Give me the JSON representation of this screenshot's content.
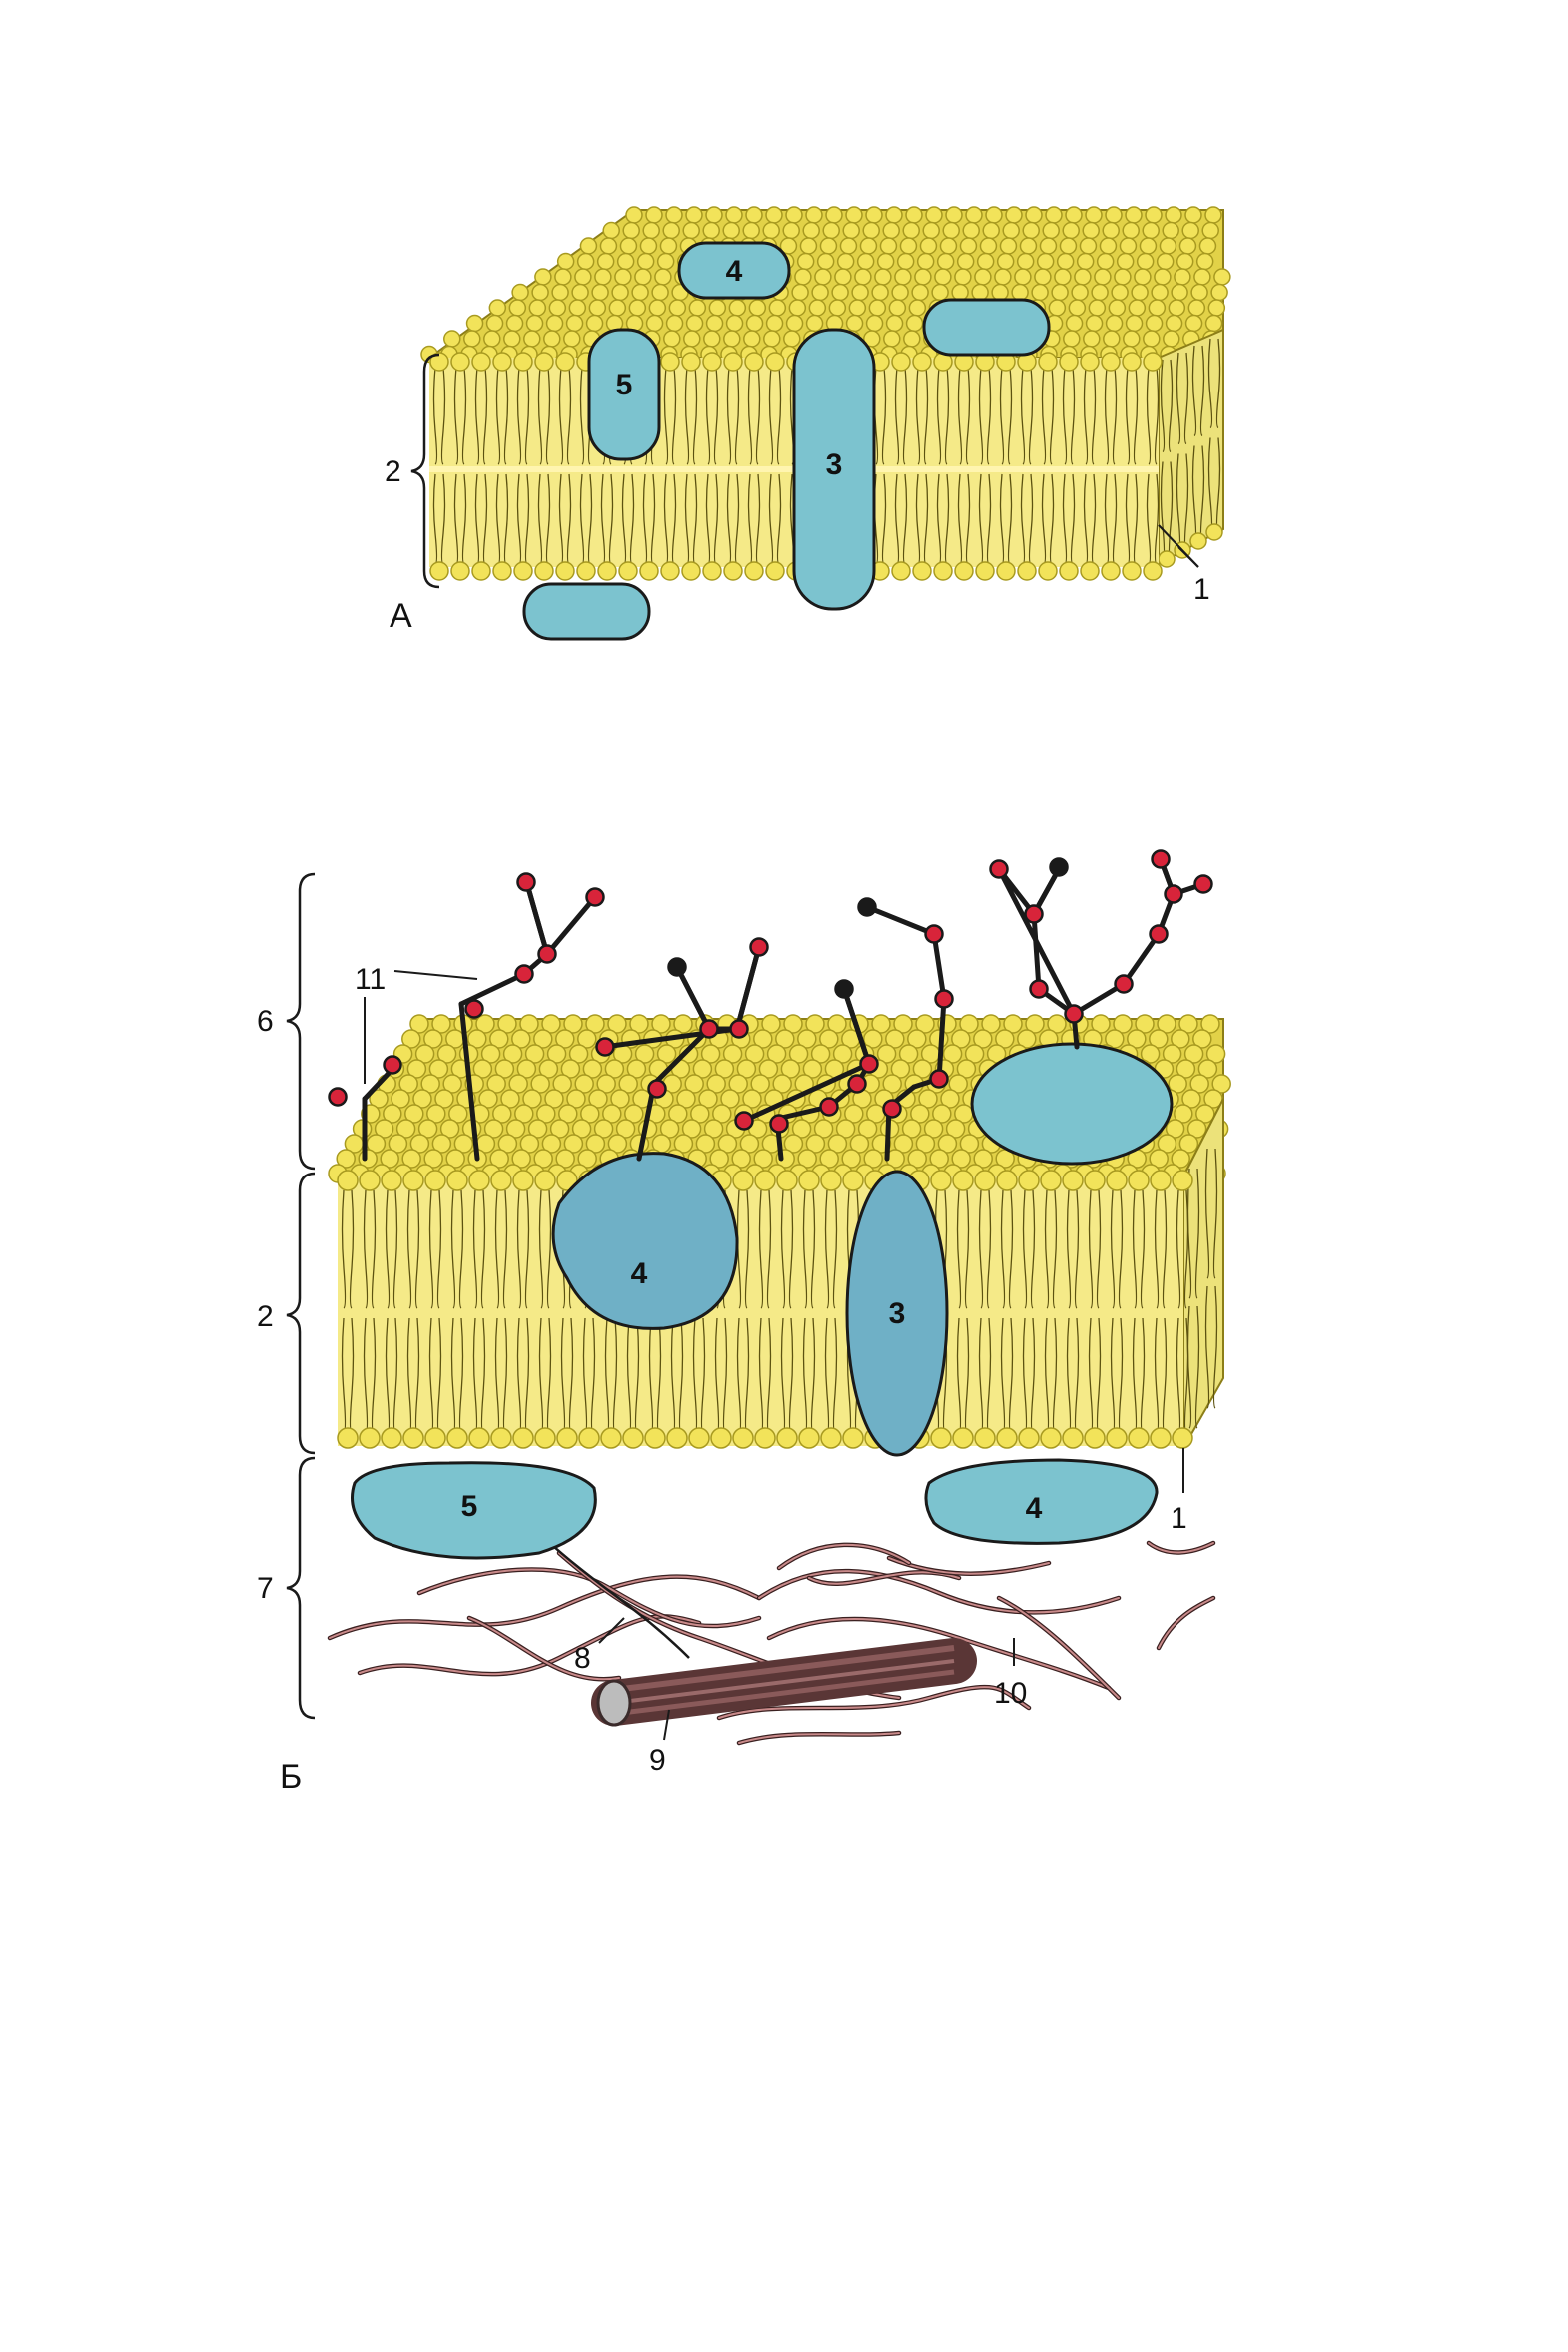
{
  "diagram_a": {
    "panel_label": "А",
    "labels": {
      "heads": "1",
      "bilayer": "2",
      "integral": "3",
      "peripheral_top": "4",
      "half_integral": "5"
    }
  },
  "diagram_b": {
    "panel_label": "Б",
    "labels": {
      "glycocalyx": "6",
      "oligosaccharides": "11",
      "bilayer": "2",
      "half_integral": "4",
      "integral": "3",
      "peripheral_under": "5",
      "peripheral_under_2": "4",
      "heads": "1",
      "cortical": "7",
      "filament": "8",
      "microtubule": "9",
      "fibers": "10"
    }
  },
  "colors": {
    "lipid_yellow": "#f2e35a",
    "lipid_edge": "#a89a20",
    "protein_blue": "#7cc3cf",
    "sugar_red": "#d8243a",
    "sugar_black": "#1a1a1a",
    "fiber_brown": "#7a4a4a"
  }
}
